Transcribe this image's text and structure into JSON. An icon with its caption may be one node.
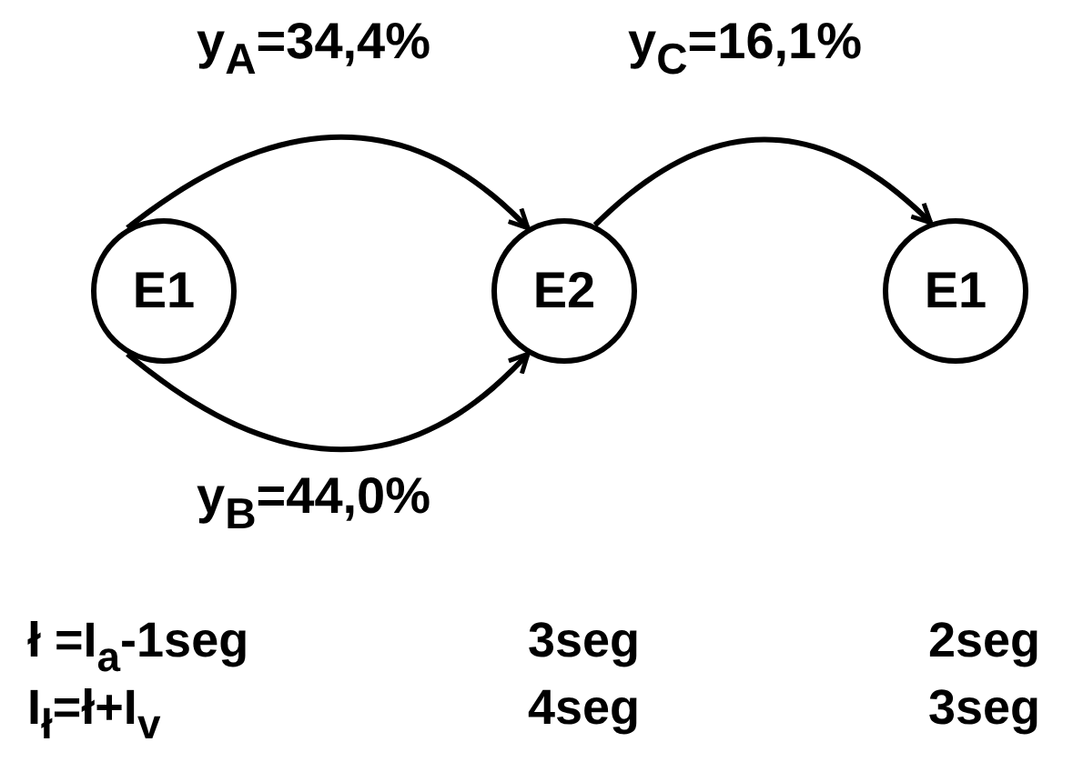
{
  "diagram": {
    "nodes": [
      {
        "text": [
          "E1"
        ]
      },
      {
        "text": [
          "E2"
        ]
      },
      {
        "text": [
          "E1"
        ]
      }
    ],
    "edges": [
      {
        "from": 0,
        "to": 1,
        "arrow": "to",
        "label": "y$_{A}$=34,4%"
      },
      {
        "from": 0,
        "to": 1,
        "arrow": "to",
        "label": "y$_{B}$=44,0%"
      },
      {
        "from": 1,
        "to": 2,
        "arrow": "to",
        "label": "y$_{C}$=16,1%"
      }
    ],
    "labels": [
      "ł =I$_{a}$-1seg",
      "3seg",
      "2seg",
      "I$_{ł}$=ł+I$_{v}$",
      "4seg",
      "3seg"
    ]
  }
}
